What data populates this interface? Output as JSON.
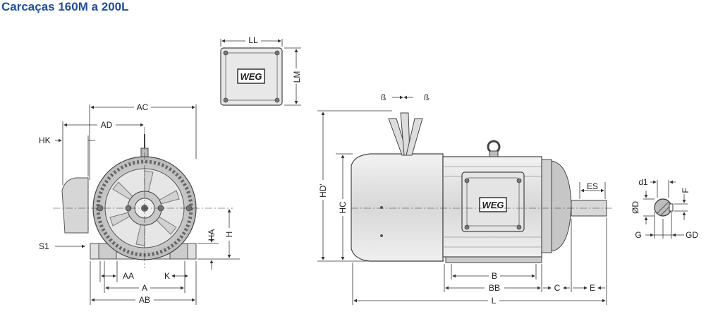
{
  "title": "Carcaças 160M a 200L",
  "brand": "WEG",
  "labels": {
    "LL": "LL",
    "LM": "LM",
    "AC": "AC",
    "AD": "AD",
    "HK": "HK",
    "S1": "S1",
    "HA": "HA",
    "H": "H",
    "AA": "AA",
    "K": "K",
    "A": "A",
    "AB": "AB",
    "beta1": "ß",
    "beta2": "ß",
    "HD": "HD'",
    "HC": "HC",
    "ES": "ES",
    "B": "B",
    "BB": "BB",
    "C": "C",
    "E": "E",
    "L": "L",
    "d1": "d1",
    "F": "F",
    "D": "ØD",
    "G": "G",
    "GD": "GD"
  },
  "colors": {
    "title": "#1f4e9c"
  }
}
